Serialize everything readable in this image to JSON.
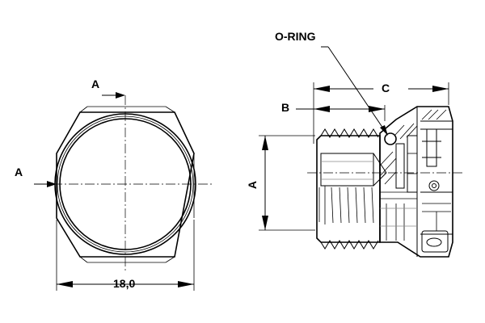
{
  "labels": {
    "section_top": "A",
    "section_left": "A",
    "width_dimension": "18,0",
    "oring": "O-RING",
    "dim_b": "B",
    "dim_c": "C",
    "dim_a": "A"
  }
}
